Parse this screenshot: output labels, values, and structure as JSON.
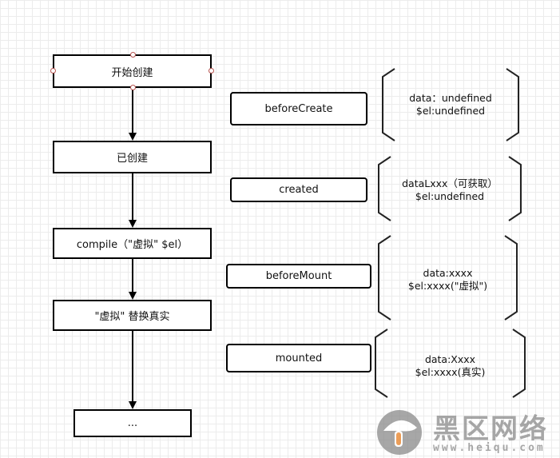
{
  "flow": {
    "start": "开始创建",
    "created": "已创建",
    "compile": "compile（\"虚拟\" $el）",
    "replace": "\"虚拟\" 替换真实",
    "ellipsis": "..."
  },
  "hooks": {
    "before_create": "beforeCreate",
    "created": "created",
    "before_mount": "beforeMount",
    "mounted": "mounted"
  },
  "notes": {
    "before_create": [
      "data：undefined",
      "$el:undefined"
    ],
    "created": [
      "dataLxxx（可获取）",
      "$el:undefined"
    ],
    "before_mount": [
      "data:xxxx",
      "$el:xxxx(\"虚拟\")"
    ],
    "mounted": [
      "data:Xxxx",
      "$el:xxxx(真实)"
    ]
  },
  "watermark": {
    "title": "黑区网络",
    "url": "www.heiqu.com"
  }
}
